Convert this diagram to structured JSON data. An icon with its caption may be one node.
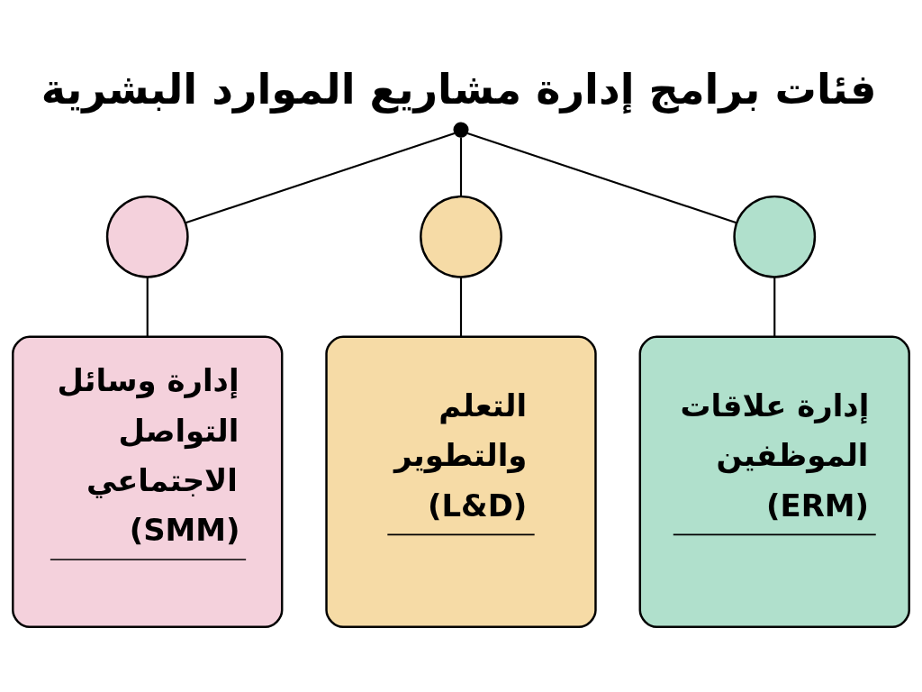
{
  "diagram": {
    "title": "فئات برامج إدارة مشاريع الموارد البشرية",
    "nodes": [
      {
        "text": [],
        "shape": "dot"
      },
      {
        "text": [],
        "shape": "circle"
      },
      {
        "text": [],
        "shape": "circle"
      },
      {
        "text": [],
        "shape": "circle"
      },
      {
        "text": [
          "إدارة علاقات الموظفين (ERM)"
        ]
      },
      {
        "text": [
          "التعلم والتطوير (L&D)"
        ]
      },
      {
        "text": [
          "إدارة وسائل التواصل الاجتماعي (SMM)"
        ]
      }
    ],
    "edges": [
      {
        "from": 0,
        "to": 1,
        "arrow": "none"
      },
      {
        "from": 0,
        "to": 2,
        "arrow": "none"
      },
      {
        "from": 0,
        "to": 3,
        "arrow": "none"
      },
      {
        "from": 1,
        "to": 4,
        "arrow": "none"
      },
      {
        "from": 2,
        "to": 5,
        "arrow": "none"
      },
      {
        "from": 3,
        "to": 6,
        "arrow": "none"
      }
    ]
  }
}
